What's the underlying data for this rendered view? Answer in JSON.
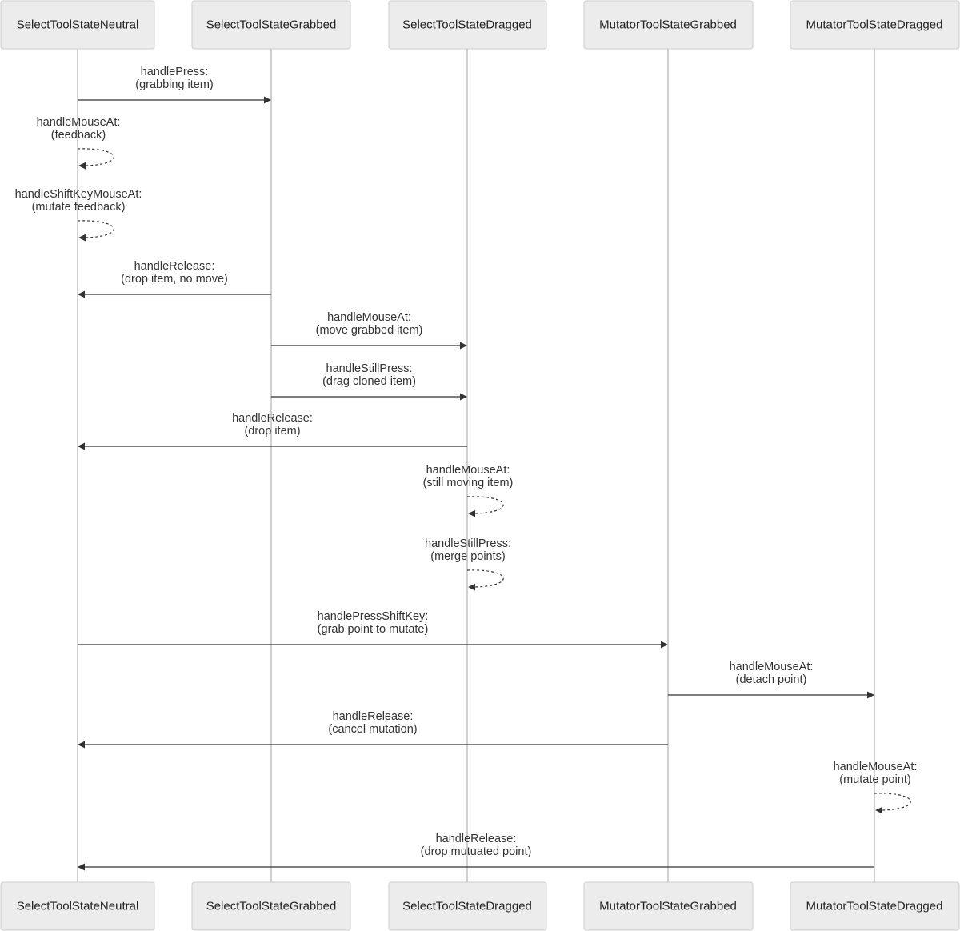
{
  "actors": [
    "SelectToolStateNeutral",
    "SelectToolStateGrabbed",
    "SelectToolStateDragged",
    "MutatorToolStateGrabbed",
    "MutatorToolStateDragged"
  ],
  "messages": [
    {
      "from": 0,
      "to": 1,
      "lines": [
        "handlePress:",
        "(grabbing item)"
      ]
    },
    {
      "from": 0,
      "to": 0,
      "lines": [
        "handleMouseAt:",
        "(feedback)"
      ]
    },
    {
      "from": 0,
      "to": 0,
      "lines": [
        "handleShiftKeyMouseAt:",
        "(mutate feedback)"
      ]
    },
    {
      "from": 1,
      "to": 0,
      "lines": [
        "handleRelease:",
        "(drop item, no move)"
      ]
    },
    {
      "from": 1,
      "to": 2,
      "lines": [
        "handleMouseAt:",
        "(move grabbed item)"
      ]
    },
    {
      "from": 1,
      "to": 2,
      "lines": [
        "handleStillPress:",
        "(drag cloned item)"
      ]
    },
    {
      "from": 2,
      "to": 0,
      "lines": [
        "handleRelease:",
        "(drop item)"
      ]
    },
    {
      "from": 2,
      "to": 2,
      "lines": [
        "handleMouseAt:",
        "(still moving item)"
      ]
    },
    {
      "from": 2,
      "to": 2,
      "lines": [
        "handleStillPress:",
        "(merge points)"
      ]
    },
    {
      "from": 0,
      "to": 3,
      "lines": [
        "handlePressShiftKey:",
        "(grab point to mutate)"
      ]
    },
    {
      "from": 3,
      "to": 4,
      "lines": [
        "handleMouseAt:",
        "(detach point)"
      ]
    },
    {
      "from": 3,
      "to": 0,
      "lines": [
        "handleRelease:",
        "(cancel mutation)"
      ]
    },
    {
      "from": 4,
      "to": 4,
      "lines": [
        "handleMouseAt:",
        "(mutate point)"
      ]
    },
    {
      "from": 4,
      "to": 0,
      "lines": [
        "handleRelease:",
        "(drop mutuated point)"
      ]
    }
  ]
}
